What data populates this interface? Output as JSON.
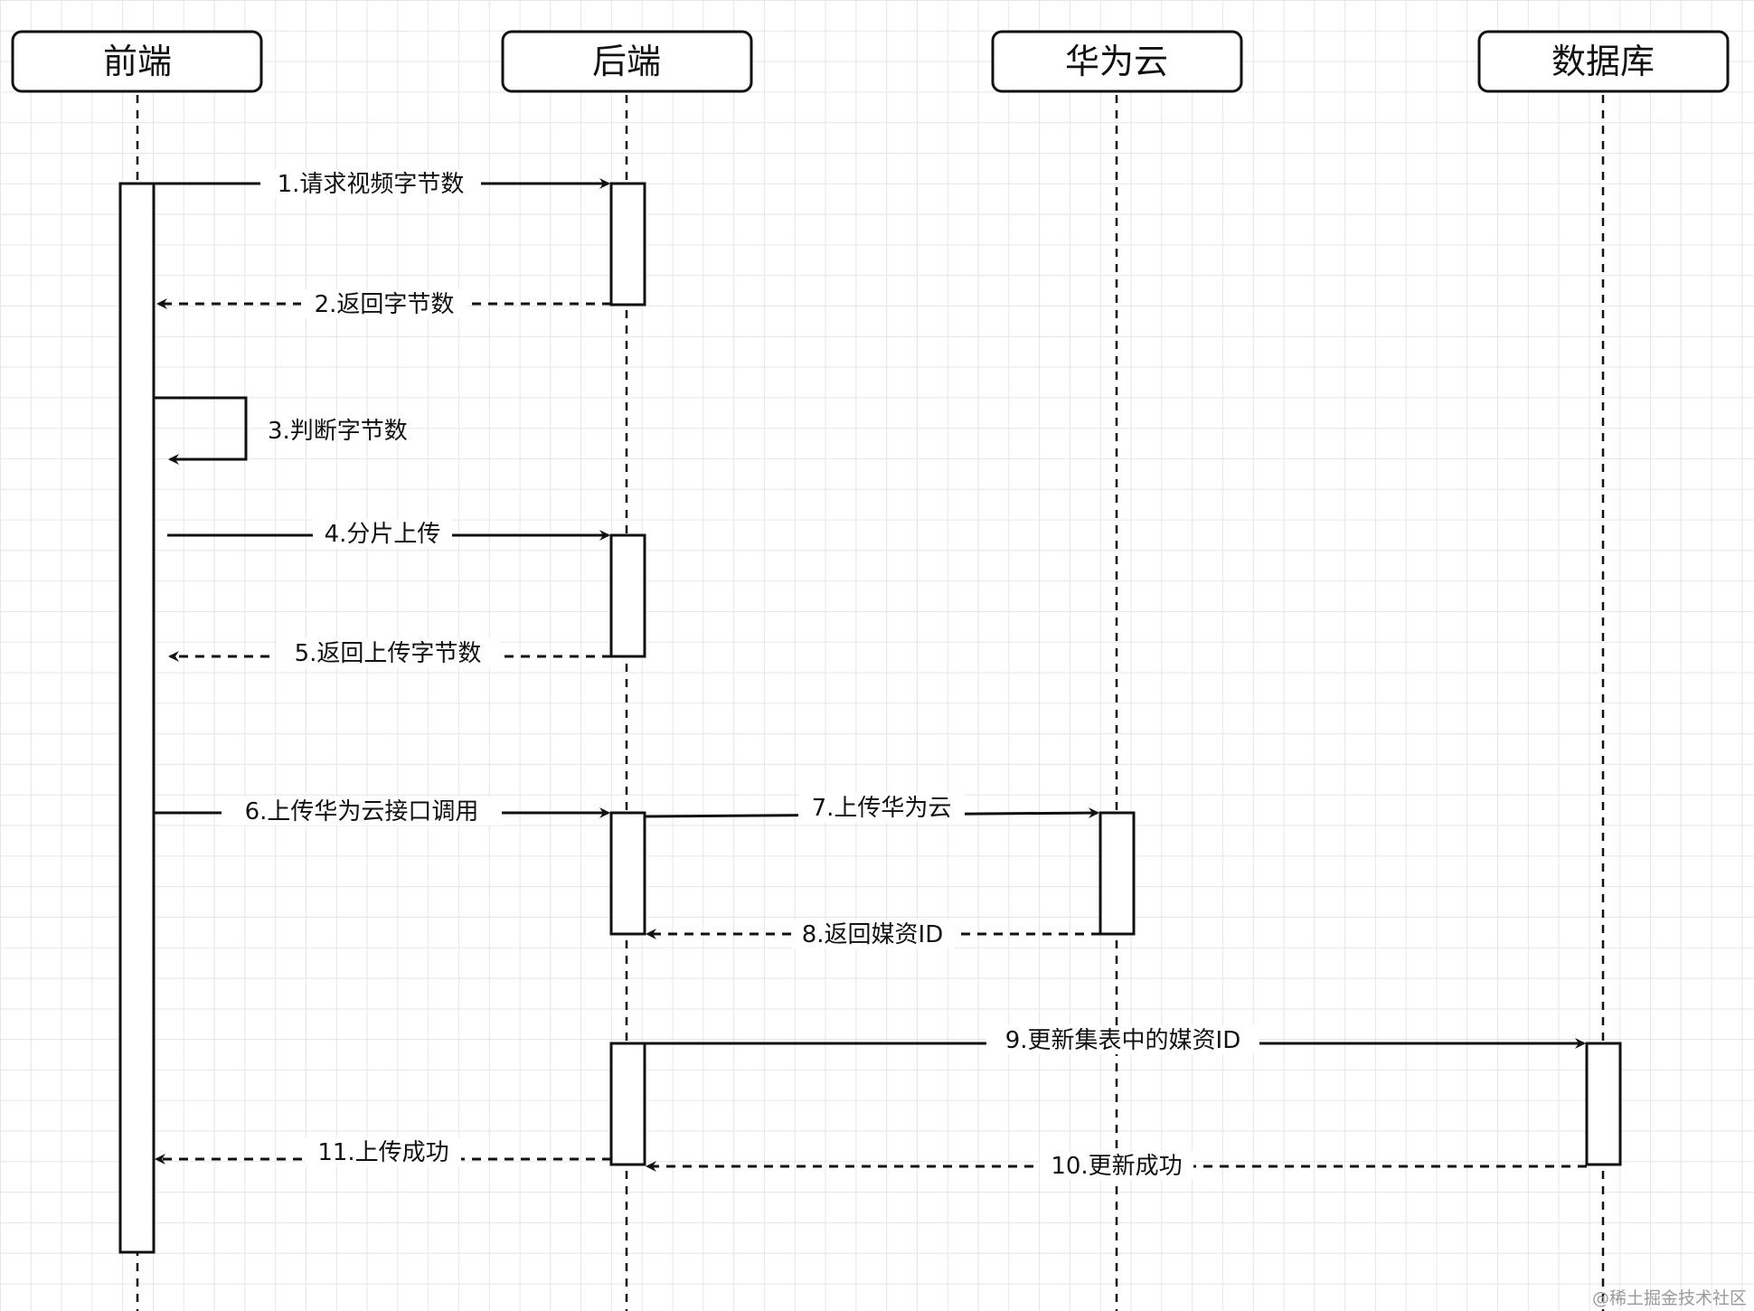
{
  "actors": [
    {
      "id": "frontend",
      "label": "前端"
    },
    {
      "id": "backend",
      "label": "后端"
    },
    {
      "id": "huaweicloud",
      "label": "华为云"
    },
    {
      "id": "database",
      "label": "数据库"
    }
  ],
  "messages": [
    {
      "id": "m1",
      "label": "1.请求视频字节数",
      "from": "frontend",
      "to": "backend",
      "style": "solid"
    },
    {
      "id": "m2",
      "label": "2.返回字节数",
      "from": "backend",
      "to": "frontend",
      "style": "dashed"
    },
    {
      "id": "m3",
      "label": "3.判断字节数",
      "from": "frontend",
      "to": "frontend",
      "style": "self"
    },
    {
      "id": "m4",
      "label": "4.分片上传",
      "from": "frontend",
      "to": "backend",
      "style": "solid"
    },
    {
      "id": "m5",
      "label": "5.返回上传字节数",
      "from": "backend",
      "to": "frontend",
      "style": "dashed"
    },
    {
      "id": "m6",
      "label": "6.上传华为云接口调用",
      "from": "frontend",
      "to": "backend",
      "style": "solid"
    },
    {
      "id": "m7",
      "label": "7.上传华为云",
      "from": "backend",
      "to": "huaweicloud",
      "style": "solid"
    },
    {
      "id": "m8",
      "label": "8.返回媒资ID",
      "from": "huaweicloud",
      "to": "backend",
      "style": "dashed"
    },
    {
      "id": "m9",
      "label": "9.更新集表中的媒资ID",
      "from": "backend",
      "to": "database",
      "style": "solid"
    },
    {
      "id": "m10",
      "label": "10.更新成功",
      "from": "database",
      "to": "backend",
      "style": "dashed"
    },
    {
      "id": "m11",
      "label": "11.上传成功",
      "from": "backend",
      "to": "frontend",
      "style": "dashed"
    }
  ],
  "watermark": "@稀土掘金技术社区",
  "colors": {
    "line": "#111111",
    "grid": "#e6e6e6",
    "background": "#ffffff"
  }
}
